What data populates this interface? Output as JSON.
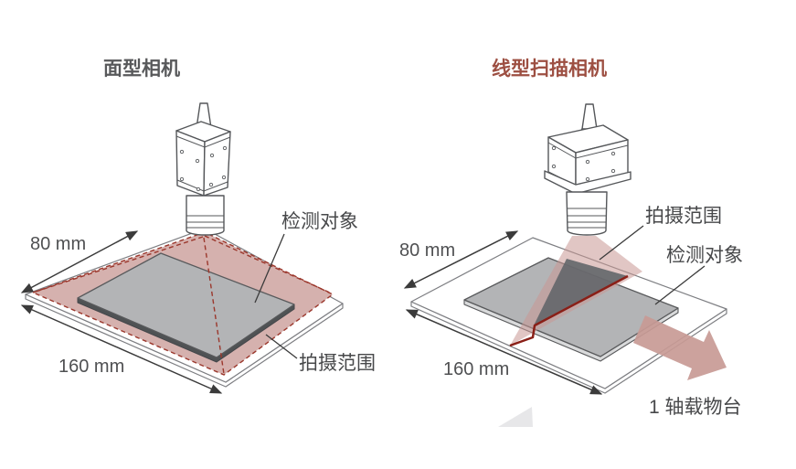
{
  "colors": {
    "title-gray": "#58595b",
    "title-red": "#9d4f42",
    "label-gray": "#47484a",
    "dim-gray": "#4f5052",
    "line-dark": "#3b3b3b",
    "outline-gray": "#7d7e82",
    "camera-stroke": "#55575a",
    "pink": "#d5b1ae",
    "beam-pink": "#c99893",
    "dash-red": "#9b372c",
    "scan-red": "#8a1f17",
    "object-gray": "#b3b4b6",
    "object-side-dark": "#4f5254",
    "object-side-light": "#d9dadb",
    "beam-dark": "#63666a",
    "arrow-pink": "#c89a95",
    "deco-gray": "#e7e7e9"
  },
  "left_diagram": {
    "title": "面型相机",
    "object_label": "检测对象",
    "range_label": "拍摄范围",
    "width_dim": "80 mm",
    "length_dim": "160 mm"
  },
  "right_diagram": {
    "title": "线型扫描相机",
    "range_label": "拍摄范围",
    "object_label": "检测对象",
    "stage_label": "1 轴载物台",
    "width_dim": "80 mm",
    "length_dim": "160 mm"
  }
}
